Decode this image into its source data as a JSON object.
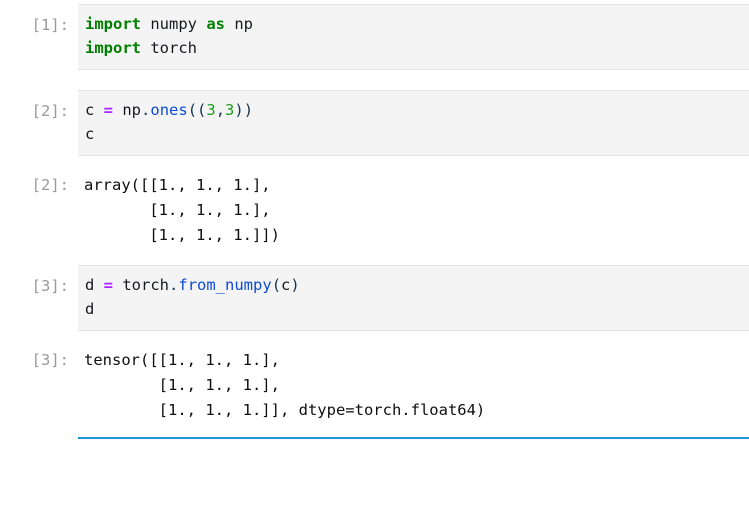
{
  "notebook": {
    "cells": [
      {
        "type": "code",
        "prompt": "[1]:",
        "source_lines": [
          "import numpy as np",
          "import torch"
        ],
        "source_plain": "import numpy as np\nimport torch",
        "outputs": []
      },
      {
        "type": "code",
        "prompt": "[2]:",
        "source_lines": [
          "c = np.ones((3,3))",
          "c"
        ],
        "source_plain": "c = np.ones((3,3))\nc",
        "outputs": [
          {
            "prompt": "[2]:",
            "text": "array([[1., 1., 1.],\n       [1., 1., 1.],\n       [1., 1., 1.]])"
          }
        ]
      },
      {
        "type": "code",
        "prompt": "[3]:",
        "source_lines": [
          "d = torch.from_numpy(c)",
          "d"
        ],
        "source_plain": "d = torch.from_numpy(c)\nd",
        "outputs": [
          {
            "prompt": "[3]:",
            "text": "tensor([[1., 1., 1.],\n        [1., 1., 1.],\n        [1., 1., 1.]], dtype=torch.float64)"
          }
        ]
      },
      {
        "type": "code",
        "prompt": "",
        "selected": true,
        "source_lines": [],
        "source_plain": "",
        "outputs": []
      }
    ],
    "tokens": {
      "cell1": {
        "kw_import_1": "import",
        "name_numpy": " numpy ",
        "kw_as": "as",
        "name_np": " np",
        "kw_import_2": "import",
        "name_torch": " torch"
      },
      "cell2": {
        "var_c": "c ",
        "op_assign": "=",
        "name_np": " np",
        "dot": ".",
        "fn_ones": "ones",
        "paren_open": "((",
        "num_3a": "3",
        "comma": ",",
        "num_3b": "3",
        "paren_close": "))",
        "line2_c": "c"
      },
      "cell3": {
        "var_d": "d ",
        "op_assign": "=",
        "name_torch": " torch",
        "dot": ".",
        "fn_from_numpy": "from_numpy",
        "paren_open": "(",
        "arg_c": "c",
        "paren_close": ")",
        "line2_d": "d"
      }
    },
    "colors": {
      "keyword": "#008000",
      "function": "#0d4bd4",
      "operator": "#a724ff",
      "number": "#1a9b1a",
      "prompt": "#9a9a9a",
      "input_background": "#f4f4f4",
      "input_border": "#e4e4e4",
      "selected_cell_border": "#2196d6",
      "text": "#0f0f0f",
      "page_background": "#ffffff"
    }
  }
}
